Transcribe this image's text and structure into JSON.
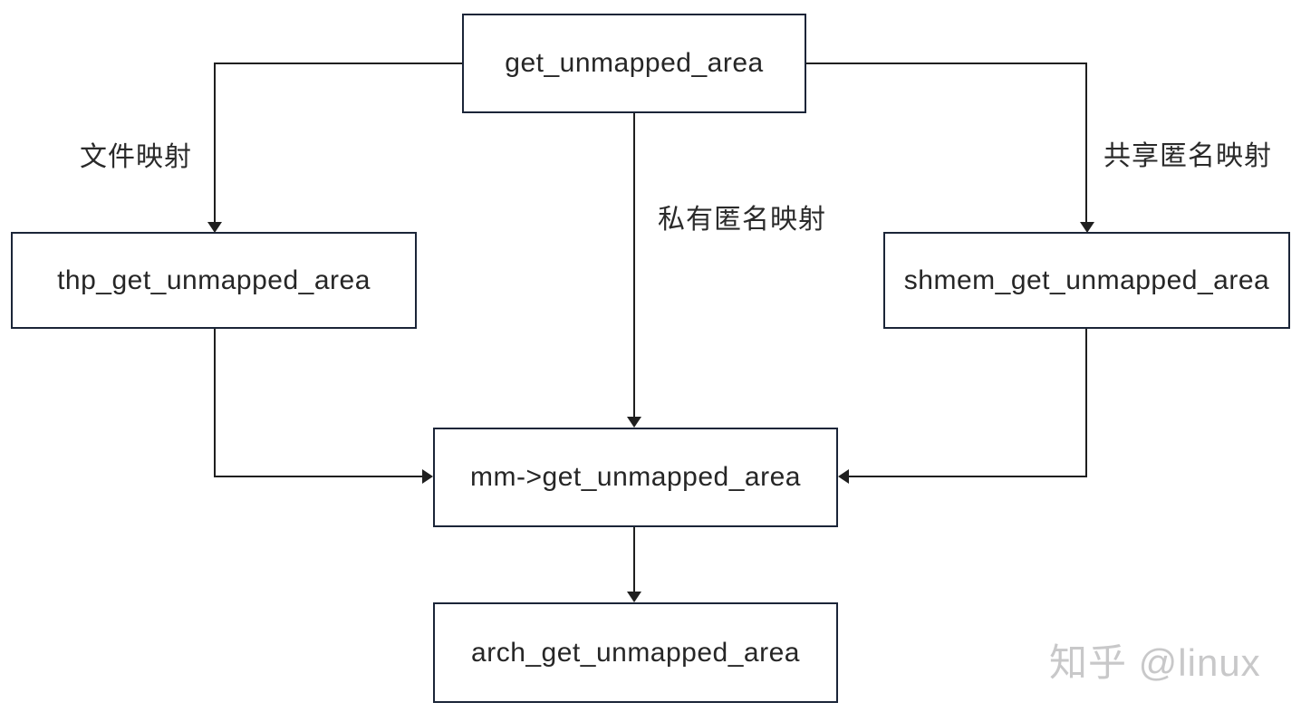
{
  "diagram": {
    "nodes": {
      "root": {
        "label": "get_unmapped_area"
      },
      "thp": {
        "label": "thp_get_unmapped_area"
      },
      "shmem": {
        "label": "shmem_get_unmapped_area"
      },
      "mm": {
        "label": "mm->get_unmapped_area"
      },
      "arch": {
        "label": "arch_get_unmapped_area"
      }
    },
    "edges": [
      {
        "from": "get_unmapped_area",
        "to": "thp_get_unmapped_area",
        "label": "文件映射"
      },
      {
        "from": "get_unmapped_area",
        "to": "mm->get_unmapped_area",
        "label": "私有匿名映射"
      },
      {
        "from": "get_unmapped_area",
        "to": "shmem_get_unmapped_area",
        "label": "共享匿名映射"
      },
      {
        "from": "thp_get_unmapped_area",
        "to": "mm->get_unmapped_area",
        "label": ""
      },
      {
        "from": "shmem_get_unmapped_area",
        "to": "mm->get_unmapped_area",
        "label": ""
      },
      {
        "from": "mm->get_unmapped_area",
        "to": "arch_get_unmapped_area",
        "label": ""
      }
    ]
  },
  "watermark": {
    "text": "知乎 @linux"
  },
  "colors": {
    "background": "#ffffff",
    "box_border": "#1b2538",
    "connector": "#1f1f1f",
    "text": "#262626",
    "edge_label_text": "#2a2a2a",
    "watermark": "#c8c8c9"
  }
}
